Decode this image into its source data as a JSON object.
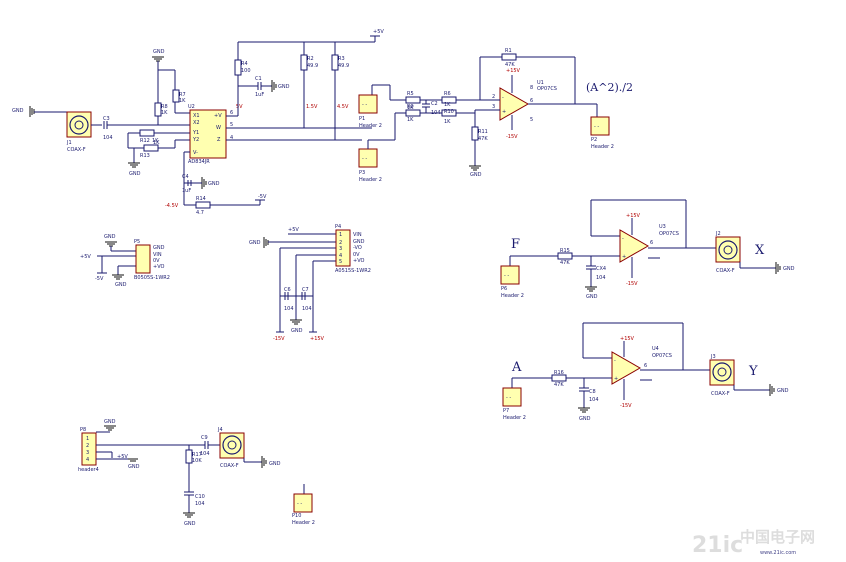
{
  "rails": {
    "p5v_top": "+5V",
    "m5v_right": "-5V",
    "p15v": "+15V",
    "m15v": "-15V",
    "gnd": "GND"
  },
  "signal_labels": {
    "formula": "(A^2)./2",
    "F": "F",
    "X": "X",
    "A": "A",
    "Y": "Y"
  },
  "mult": {
    "des": "U2",
    "part": "AD834JR",
    "pins_left": [
      "X1",
      "X2",
      "Y1",
      "Y2",
      "V-"
    ],
    "pins_right": [
      "+V",
      "W",
      "Z"
    ],
    "pin_nums": [
      "6",
      "5",
      "4"
    ],
    "nets": {
      "v15": "1.5V",
      "v45": "4.5V",
      "m45": "-4.5V",
      "v5": "5V"
    }
  },
  "parts": {
    "j1": {
      "des": "J1",
      "val": "COAX-F"
    },
    "c3": {
      "des": "C3",
      "val": "104"
    },
    "r7": {
      "des": "R7",
      "val": "1K"
    },
    "r8": {
      "des": "R8",
      "val": "1K"
    },
    "r12": {
      "des": "R12",
      "val": "1K"
    },
    "r13": {
      "des": "R13",
      "val": "1K"
    },
    "r4": {
      "des": "R4",
      "val": "100"
    },
    "c1": {
      "des": "C1",
      "val": "1uF"
    },
    "r2": {
      "des": "R2",
      "val": "49.9"
    },
    "r3": {
      "des": "R3",
      "val": "49.9"
    },
    "c4": {
      "des": "C4",
      "val": "1uF"
    },
    "r14": {
      "des": "R14",
      "val": "4.7"
    },
    "p1": {
      "des": "P1",
      "val": "Header 2"
    },
    "p3": {
      "des": "P3",
      "val": "Header 2"
    },
    "r5": {
      "des": "R5",
      "val": "1K"
    },
    "r9": {
      "des": "R9",
      "val": "1K"
    },
    "c2": {
      "des": "C2",
      "val": "104"
    },
    "r6": {
      "des": "R6",
      "val": "1K"
    },
    "r10": {
      "des": "R10",
      "val": "1K"
    },
    "r1": {
      "des": "R1",
      "val": "47K"
    },
    "r11": {
      "des": "R11",
      "val": "47K"
    },
    "u1": {
      "des": "U1",
      "val": "OP07CS"
    },
    "p2": {
      "des": "P2",
      "val": "Header 2"
    },
    "p4": {
      "des": "P4",
      "val": "A0515S-1WR2",
      "pins": [
        "VIN",
        "GND",
        "-VO",
        "0V",
        "+VO"
      ]
    },
    "p5": {
      "des": "P5",
      "val": "B0505S-1WR2",
      "pins": [
        "GND",
        "VIN",
        "0V",
        "+VO"
      ]
    },
    "c6": {
      "des": "C6",
      "val": "104"
    },
    "c7": {
      "des": "C7",
      "val": "104"
    },
    "u3": {
      "des": "U3",
      "val": "OP07CS"
    },
    "r15": {
      "des": "R15",
      "val": "47K"
    },
    "cx4": {
      "des": "CX4",
      "val": "104"
    },
    "p6": {
      "des": "P6",
      "val": "Header 2"
    },
    "j2": {
      "des": "J2",
      "val": "COAX-F"
    },
    "u4": {
      "des": "U4",
      "val": "OP07CS"
    },
    "r16": {
      "des": "R16",
      "val": "47K"
    },
    "c8": {
      "des": "C8",
      "val": "104"
    },
    "p7": {
      "des": "P7",
      "val": "Header 2"
    },
    "j3": {
      "des": "J3",
      "val": "COAX-F"
    },
    "p8": {
      "des": "P8",
      "val": "header4"
    },
    "c9": {
      "des": "C9",
      "val": "104"
    },
    "r17": {
      "des": "R17",
      "val": "10K"
    },
    "c10": {
      "des": "C10",
      "val": "104"
    },
    "j4": {
      "des": "J4",
      "val": "COAX-F"
    },
    "p10": {
      "des": "P10",
      "val": "Header 2"
    }
  },
  "watermark": {
    "logo": "21ic",
    "text": "中国电子网",
    "url": "www.21ic.com"
  }
}
